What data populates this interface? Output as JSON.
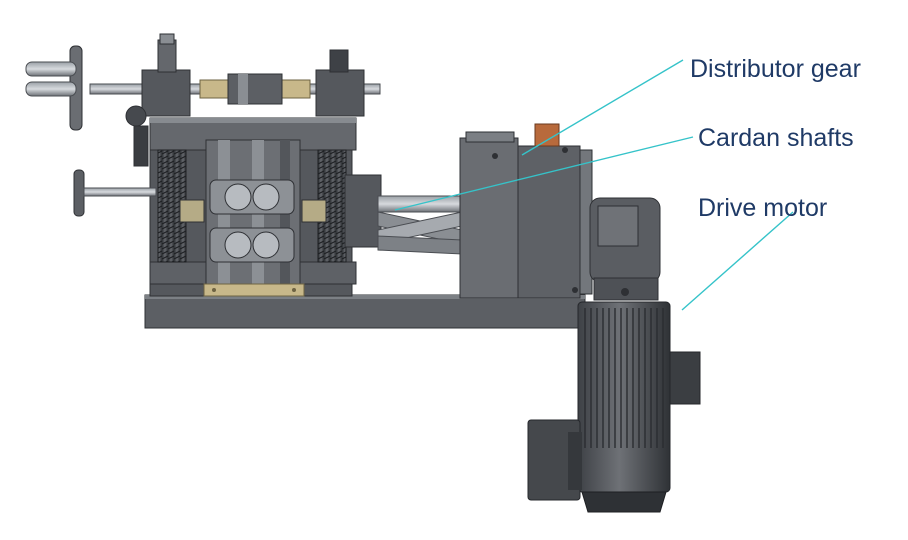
{
  "labels": {
    "distributor_gear": "Distributor gear",
    "cardan_shafts": "Cardan shafts",
    "drive_motor": "Drive motor"
  },
  "colors": {
    "label_text": "#1f3a66",
    "leader_line": "#35c3c9",
    "metal_dark": "#4a4d52",
    "metal_mid": "#6b6e73",
    "metal_light": "#9ea2a7",
    "metal_bright": "#c9ccd0",
    "accent_orange": "#b86a3c",
    "brass": "#c8b88a"
  }
}
